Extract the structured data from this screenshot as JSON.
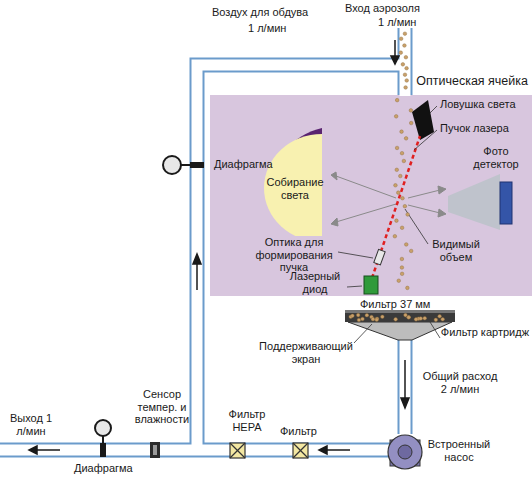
{
  "diagram": {
    "nodes": [
      {
        "text": [
          "Оптическая ячейка"
        ]
      }
    ],
    "labels": [
      "Вход аэрозоля",
      "1 л/мин",
      "Воздух для обдува",
      "1 л/мин",
      "Диафрагма",
      "Ловушка света",
      "Пучок лазера",
      "Собирание света",
      "Фото детектор",
      "Видимый объем",
      "Оптика для формирования пучка",
      "Лазерный диод",
      "Фильтр 37 мм",
      "Поддерживающий экран",
      "Фильтр картридж",
      "Общий расход 2 л/мин",
      "Встроенный насос",
      "Сенсор темпер. и влажности",
      "Фильтр HEPA",
      "Фильтр",
      "Выход 1 л/мин",
      "Диафрагма"
    ]
  }
}
